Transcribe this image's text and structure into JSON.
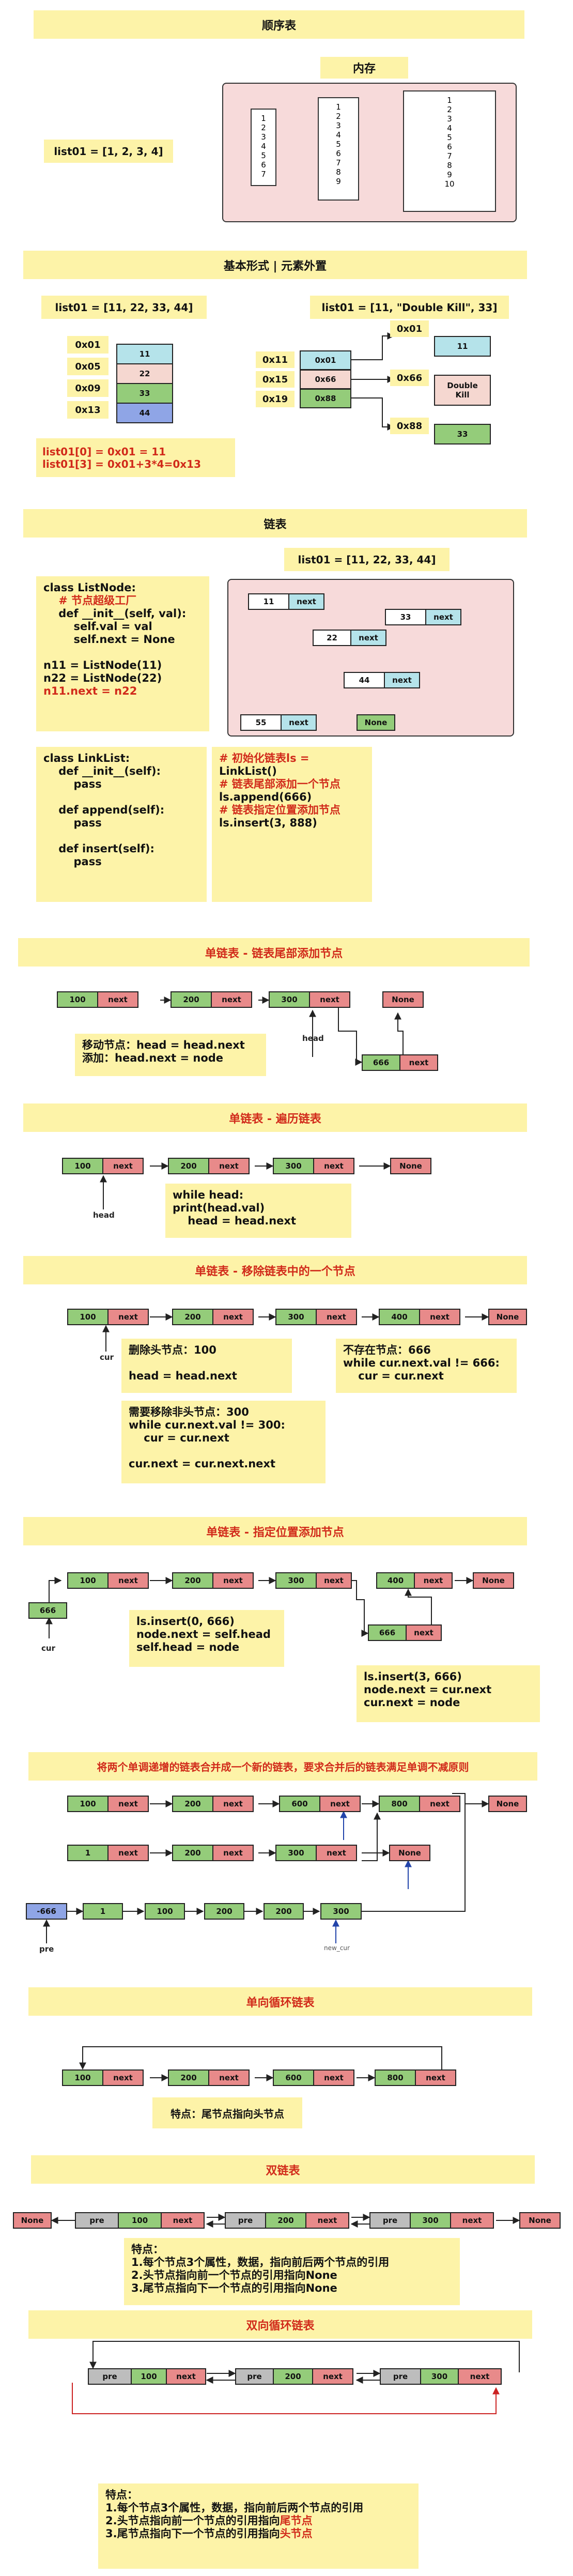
{
  "seq_table": {
    "title": "顺序表",
    "memory_label": "内存",
    "list_def": "list01 = [1, 2, 3, 4]",
    "mem_col1": "1\n2\n3\n4\n5\n6\n7",
    "mem_col2": "1\n2\n3\n4\n5\n6\n7\n8\n9",
    "mem_col3": "1\n2\n3\n4\n5\n6\n7\n8\n9\n10"
  },
  "basic_form": {
    "title": "基本形式 | 元素外置",
    "list_left": "list01 = [11, 22, 33, 44]",
    "list_right": "list01 = [11, \"Double Kill\", 33]",
    "addr": [
      "0x01",
      "0x05",
      "0x09",
      "0x13"
    ],
    "vals": [
      "11",
      "22",
      "33",
      "44"
    ],
    "formula1": "list01[0] = 0x01 = 11",
    "formula2": "list01[3] = 0x01+3*4=0x13",
    "ext_addr_left": [
      "0x11",
      "0x15",
      "0x19"
    ],
    "ext_ptr": [
      "0x01",
      "0x66",
      "0x88"
    ],
    "ext_addr_right": [
      "0x01",
      "0x66",
      "0x88"
    ],
    "ext_vals": [
      "11",
      "Double\nKill",
      "33"
    ]
  },
  "linked_list": {
    "title": "链表",
    "list_def": "list01 = [11, 22, 33, 44]",
    "nodes": [
      "11",
      "22",
      "33",
      "44",
      "55"
    ],
    "next": "next",
    "none": "None",
    "node_code_a": "class ListNode:",
    "node_code_b": "    # 节点超级工厂",
    "node_code_c": "    def __init__(self, val):\n        self.val = val\n        self.next = None\n\nn11 = ListNode(11)\nn22 = ListNode(22)",
    "node_code_d": "n11.next = n22",
    "linklist_code": "class LinkList:\n    def __init__(self):\n        pass\n\n    def append(self):\n        pass\n\n    def insert(self):\n        pass",
    "usage_a": "# 初始化链表ls =",
    "usage_b": "LinkList()",
    "usage_c": "# 链表尾部添加一个节点",
    "usage_d": "ls.append(666)",
    "usage_e": "# 链表指定位置添加节点",
    "usage_f": "ls.insert(3, 888)"
  },
  "append_tail": {
    "title": "单链表 - 链表尾部添加节点",
    "nodes": [
      "100",
      "200",
      "300"
    ],
    "new_node": "666",
    "head_label": "head",
    "note": "移动节点：head = head.next\n添加：head.next = node"
  },
  "traverse": {
    "title": "单链表 - 遍历链表",
    "nodes": [
      "100",
      "200",
      "300"
    ],
    "head_label": "head",
    "note": "while head:\nprint(head.val)\n    head = head.next"
  },
  "remove": {
    "title": "单链表 - 移除链表中的一个节点",
    "nodes": [
      "100",
      "200",
      "300",
      "400"
    ],
    "cur_label": "cur",
    "note_head": "删除头节点：100\n\nhead = head.next",
    "note_missing": "不存在节点：666\nwhile cur.next.val != 666:\n    cur = cur.next",
    "note_mid": "需要移除非头节点：300\nwhile cur.next.val != 300:\n    cur = cur.next\n\ncur.next = cur.next.next"
  },
  "insert": {
    "title": "单链表 - 指定位置添加节点",
    "nodes_a": [
      "100",
      "200",
      "300"
    ],
    "nodes_b": [
      "400"
    ],
    "new_node": "666",
    "cur_label": "cur",
    "note_head": "ls.insert(0, 666)\nnode.next = self.head\nself.head = node",
    "note_mid": "ls.insert(3, 666)\nnode.next = cur.next\ncur.next = node"
  },
  "merge": {
    "title": "将两个单调递增的链表合并成一个新的链表，要求合并后的链表满足单调不减原则",
    "list_a": [
      "100",
      "200",
      "600",
      "800"
    ],
    "list_b": [
      "1",
      "200",
      "300"
    ],
    "merged": [
      "-666",
      "1",
      "100",
      "200",
      "200",
      "300"
    ],
    "pre_label": "pre",
    "new_cur_label": "new_cur"
  },
  "circular": {
    "title": "单向循环链表",
    "nodes": [
      "100",
      "200",
      "600",
      "800"
    ],
    "note": "特点：尾节点指向头节点"
  },
  "doubly": {
    "title": "双链表",
    "nodes": [
      "100",
      "200",
      "300"
    ],
    "pre": "pre",
    "note": "特点：\n1.每个节点3个属性，数据，指向前后两个节点的引用\n2.头节点指向前一个节点的引用指向None\n3.尾节点指向下一个节点的引用指向None"
  },
  "doubly_circular": {
    "title": "双向循环链表",
    "nodes": [
      "100",
      "200",
      "300"
    ],
    "note_a": "特点：\n1.每个节点3个属性，数据，指向前后两个节点的引用\n2.头节点指向前一个节点的引用指向",
    "note_a_red": "尾节点",
    "note_b": "3.尾节点指向下一个节点的引用指向",
    "note_b_red": "头节点"
  },
  "colors": {
    "banner": "#fdf3a8",
    "green": "#94cc7a",
    "red_box": "#e88a8a",
    "cyan": "#b5e3ea",
    "pink_panel": "#f7dada",
    "red_text": "#d12a1a"
  }
}
